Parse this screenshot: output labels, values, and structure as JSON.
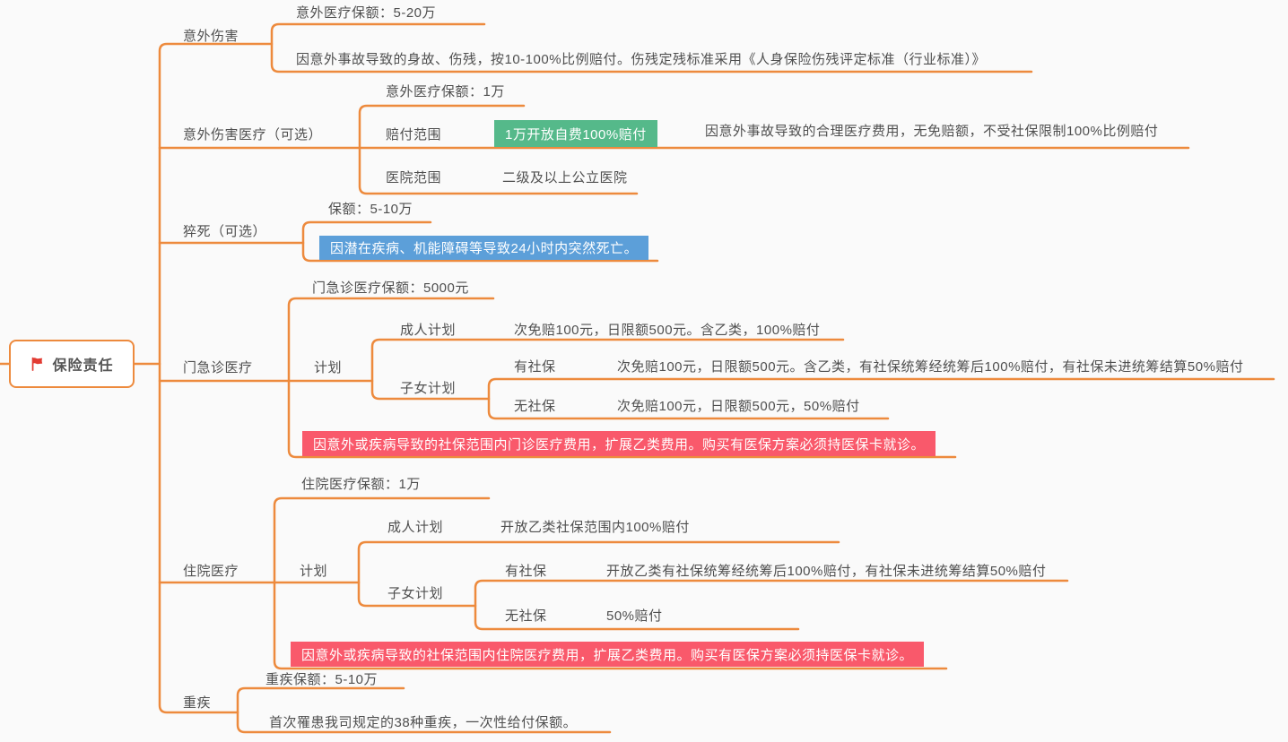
{
  "root": {
    "label": "保险责任"
  },
  "colors": {
    "line": "#ed8a3d",
    "text": "#4f4f4f",
    "highlight_green": "#55b98a",
    "highlight_blue": "#5c9fd9",
    "highlight_red": "#f9596b",
    "flag_red": "#e23b32"
  },
  "branches": {
    "accident": {
      "label": "意外伤害",
      "amount": "意外医疗保额：5-20万",
      "desc": "因意外事故导致的身故、伤残，按10-100%比例赔付。伤残定残标准采用《人身保险伤残评定标准（行业标准）》"
    },
    "accident_medical": {
      "label": "意外伤害医疗（可选）",
      "amount": "意外医疗保额：1万",
      "pay_scope_label": "赔付范围",
      "pay_scope_highlight": "1万开放自费100%赔付",
      "pay_scope_desc": "因意外事故导致的合理医疗费用，无免赔额，不受社保限制100%比例赔付",
      "hospital_label": "医院范围",
      "hospital_value": "二级及以上公立医院"
    },
    "sudden_death": {
      "label": "猝死（可选）",
      "amount": "保额：5-10万",
      "note": "因潜在疾病、机能障碍等导致24小时内突然死亡。"
    },
    "outpatient": {
      "label": "门急诊医疗",
      "amount": "门急诊医疗保额：5000元",
      "plan_label": "计划",
      "adult_label": "成人计划",
      "adult_value": "次免赔100元，日限额500元。含乙类，100%赔付",
      "child_label": "子女计划",
      "insured_label": "有社保",
      "insured_value": "次免赔100元，日限额500元。含乙类，有社保统筹经统筹后100%赔付，有社保未进统筹结算50%赔付",
      "uninsured_label": "无社保",
      "uninsured_value": "次免赔100元，日限额500元，50%赔付",
      "note": "因意外或疾病导致的社保范围内门诊医疗费用，扩展乙类费用。购买有医保方案必须持医保卡就诊。"
    },
    "hospitalization": {
      "label": "住院医疗",
      "amount": "住院医疗保额：1万",
      "plan_label": "计划",
      "adult_label": "成人计划",
      "adult_value": "开放乙类社保范围内100%赔付",
      "child_label": "子女计划",
      "insured_label": "有社保",
      "insured_value": "开放乙类有社保统筹经统筹后100%赔付，有社保未进统筹结算50%赔付",
      "uninsured_label": "无社保",
      "uninsured_value": "50%赔付",
      "note": "因意外或疾病导致的社保范围内住院医疗费用，扩展乙类费用。购买有医保方案必须持医保卡就诊。"
    },
    "critical_illness": {
      "label": "重疾",
      "amount": "重疾保额：5-10万",
      "desc": "首次罹患我司规定的38种重疾，一次性给付保额。"
    }
  }
}
